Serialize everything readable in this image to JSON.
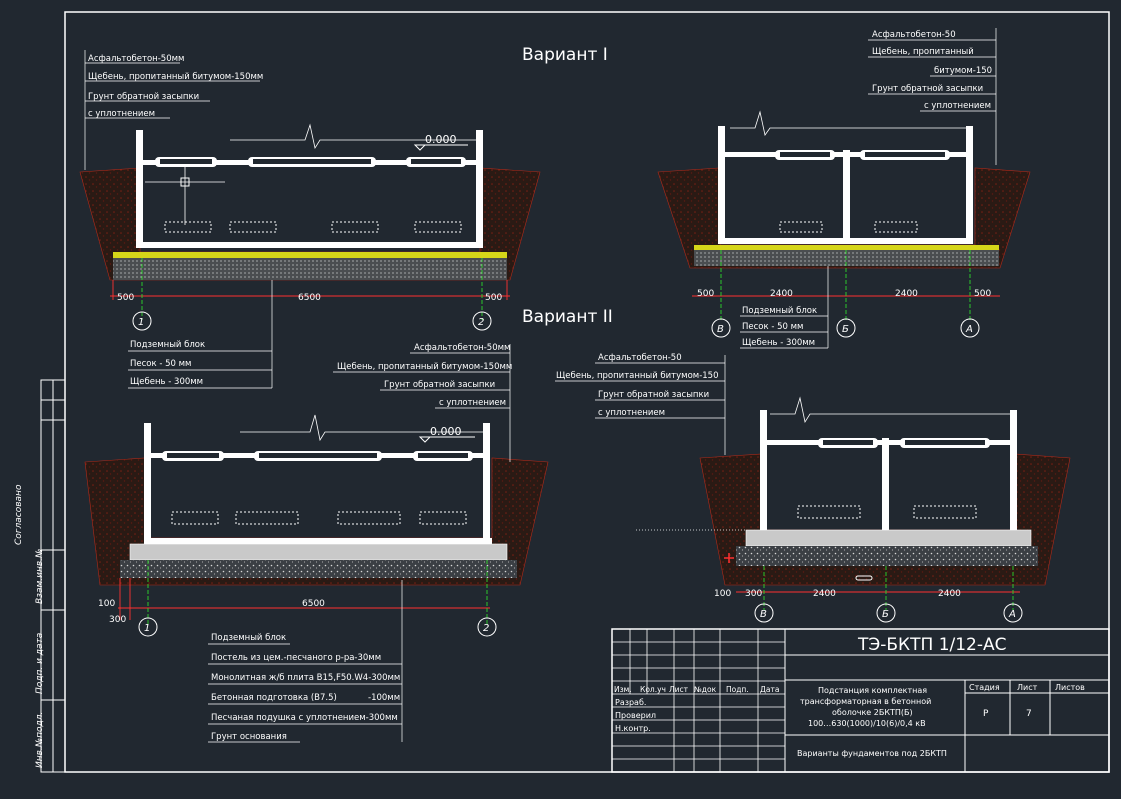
{
  "variant1": {
    "title": "Вариант I",
    "left": {
      "layers": [
        "Асфальтобетон-50мм",
        "Щебень, пропитанный битумом-150мм",
        "Грунт обратной засыпки",
        "с уплотнением"
      ],
      "level": "0.000",
      "dims": [
        "500",
        "6500",
        "500"
      ],
      "axes": [
        "1",
        "2"
      ],
      "bottom_layers": [
        "Подземный блок",
        "Песок - 50 мм",
        "Щебень - 300мм"
      ]
    },
    "right": {
      "layers": [
        "Асфальтобетон-50",
        "Щебень, пропитанный",
        "битумом-150",
        "Грунт обратной засыпки",
        "с уплотнением"
      ],
      "dims": [
        "500",
        "2400",
        "2400",
        "500"
      ],
      "axes": [
        "В",
        "Б",
        "А"
      ],
      "bottom_layers": [
        "Подземный блок",
        "Песок - 50 мм",
        "Щебень - 300мм"
      ]
    }
  },
  "variant2": {
    "title": "Вариант II",
    "left": {
      "layers": [
        "Асфальтобетон-50мм",
        "Щебень, пропитанный битумом-150мм",
        "Грунт обратной засыпки",
        "с уплотнением"
      ],
      "level": "0.000",
      "dims": [
        "100",
        "300",
        "6500"
      ],
      "axes": [
        "1",
        "2"
      ],
      "bottom_layers": [
        "Подземный блок",
        "Постель из цем.-песчаного р-ра-30мм",
        "Монолитная ж/б плита В15,F50.W4-300мм",
        "Бетонная подготовка (В7.5)",
        "-100мм",
        "Песчаная подушка с уплотнением-300мм",
        "Грунт основания"
      ]
    },
    "right": {
      "layers": [
        "Асфальтобетон-50",
        "Щебень, пропитанный битумом-150",
        "Грунт обратной засыпки",
        "с уплотнением"
      ],
      "dims": [
        "100",
        "300",
        "2400",
        "2400"
      ],
      "axes": [
        "В",
        "Б",
        "А"
      ]
    }
  },
  "side_stamp": [
    "Согласовано",
    "Взам.инв.№",
    "Подп. и дата",
    "Инв.№подл."
  ],
  "title_block": {
    "code": "ТЭ-БКТП 1/12-АС",
    "headers": [
      "Изм.",
      "Кол.уч",
      "Лист",
      "№док",
      "Подп.",
      "Дата"
    ],
    "roles": [
      "Разраб.",
      "Проверил",
      "Н.контр."
    ],
    "description": [
      "Подстанция комплектная",
      "трансформаторная в бетонной",
      "оболочке 2БКТП(Б)",
      "100…630(1000)/10(6)/0,4 кВ"
    ],
    "stage_headers": [
      "Стадия",
      "Лист",
      "Листов"
    ],
    "stage": "Р",
    "sheet": "7",
    "sheet_title": "Варианты фундаментов под 2БКТП"
  }
}
